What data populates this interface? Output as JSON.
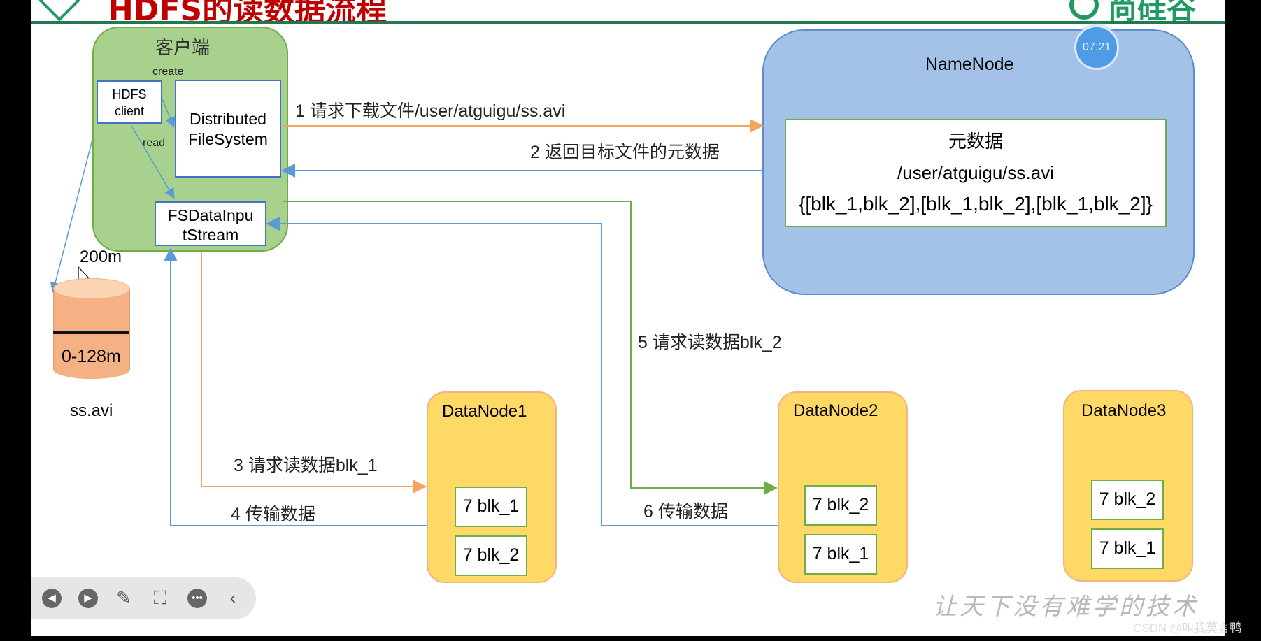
{
  "title": "HDFS的读数据流程",
  "logo_text": "尚硅谷",
  "timer": "07:21",
  "client": {
    "title": "客户端",
    "create_label": "create",
    "read_label": "read",
    "hdfs_client": "HDFS client",
    "dfs": "Distributed FileSystem",
    "fsdis": "FSDataInpu tStream"
  },
  "namenode": {
    "title": "NameNode",
    "meta_title": "元数据",
    "meta_path": "/user/atguigu/ss.avi",
    "meta_blocks": "{[blk_1,blk_2],[blk_1,blk_2],[blk_1,blk_2]}"
  },
  "steps": {
    "s1": "1 请求下载文件/user/atguigu/ss.avi",
    "s2": "2 返回目标文件的元数据",
    "s3": "3 请求读数据blk_1",
    "s4": "4 传输数据",
    "s5": "5 请求读数据blk_2",
    "s6": "6 传输数据"
  },
  "datanodes": [
    {
      "title": "DataNode1",
      "blocks": [
        "7 blk_1",
        "7 blk_2"
      ]
    },
    {
      "title": "DataNode2",
      "blocks": [
        "7 blk_2",
        "7 blk_1"
      ]
    },
    {
      "title": "DataNode3",
      "blocks": [
        "7 blk_2",
        "7 blk_1"
      ]
    }
  ],
  "file": {
    "size": "200m",
    "range": "0-128m",
    "name": "ss.avi"
  },
  "toolbar": {
    "icons": [
      "prev-icon",
      "play-icon",
      "pen-icon",
      "screenshot-icon",
      "more-icon",
      "collapse-icon"
    ]
  },
  "slogan": "让天下没有难学的技术",
  "watermark": "CSDN @叫我莫言鸭",
  "colors": {
    "title": "#c00000",
    "client_bg": "#a9d18e",
    "namenode_bg": "#a4c2e8",
    "datanode_bg": "#ffd966",
    "request_arrow": "#f4a460",
    "response_arrow": "#5b9bd5",
    "green_arrow": "#70ad47"
  }
}
